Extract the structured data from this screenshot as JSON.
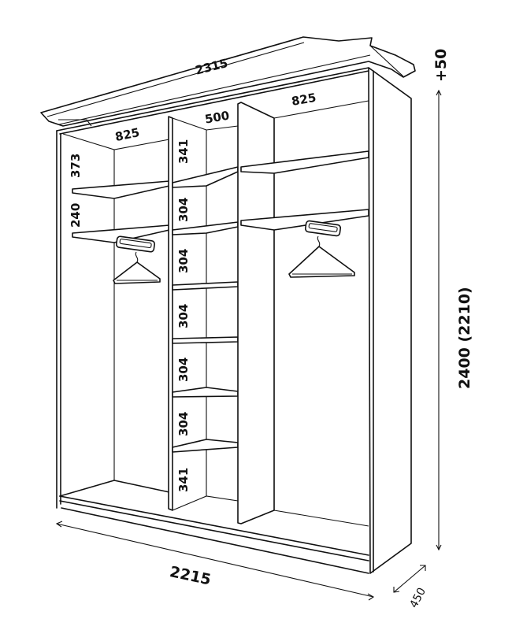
{
  "diagram": {
    "subject": "Wardrobe with three sections, line drawing with dimensions (mm)",
    "color": "#111111",
    "background": "#ffffff"
  },
  "dimensions": {
    "cornice_width": "2315",
    "height_extra": "+50",
    "total_height": "2400 (2210)",
    "body_width": "2215",
    "depth": "450",
    "left_section_width": "825",
    "middle_section_width": "500",
    "right_section_width": "825",
    "left_top_gap": "373",
    "left_second_gap": "240",
    "middle_shelves": [
      "341",
      "304",
      "304",
      "304",
      "304",
      "304",
      "341"
    ]
  },
  "elements": {
    "left_hanger": "coat-hanger-icon",
    "right_hanger": "coat-hanger-icon",
    "left_rail": "hanging-rail",
    "right_rail": "hanging-rail"
  }
}
